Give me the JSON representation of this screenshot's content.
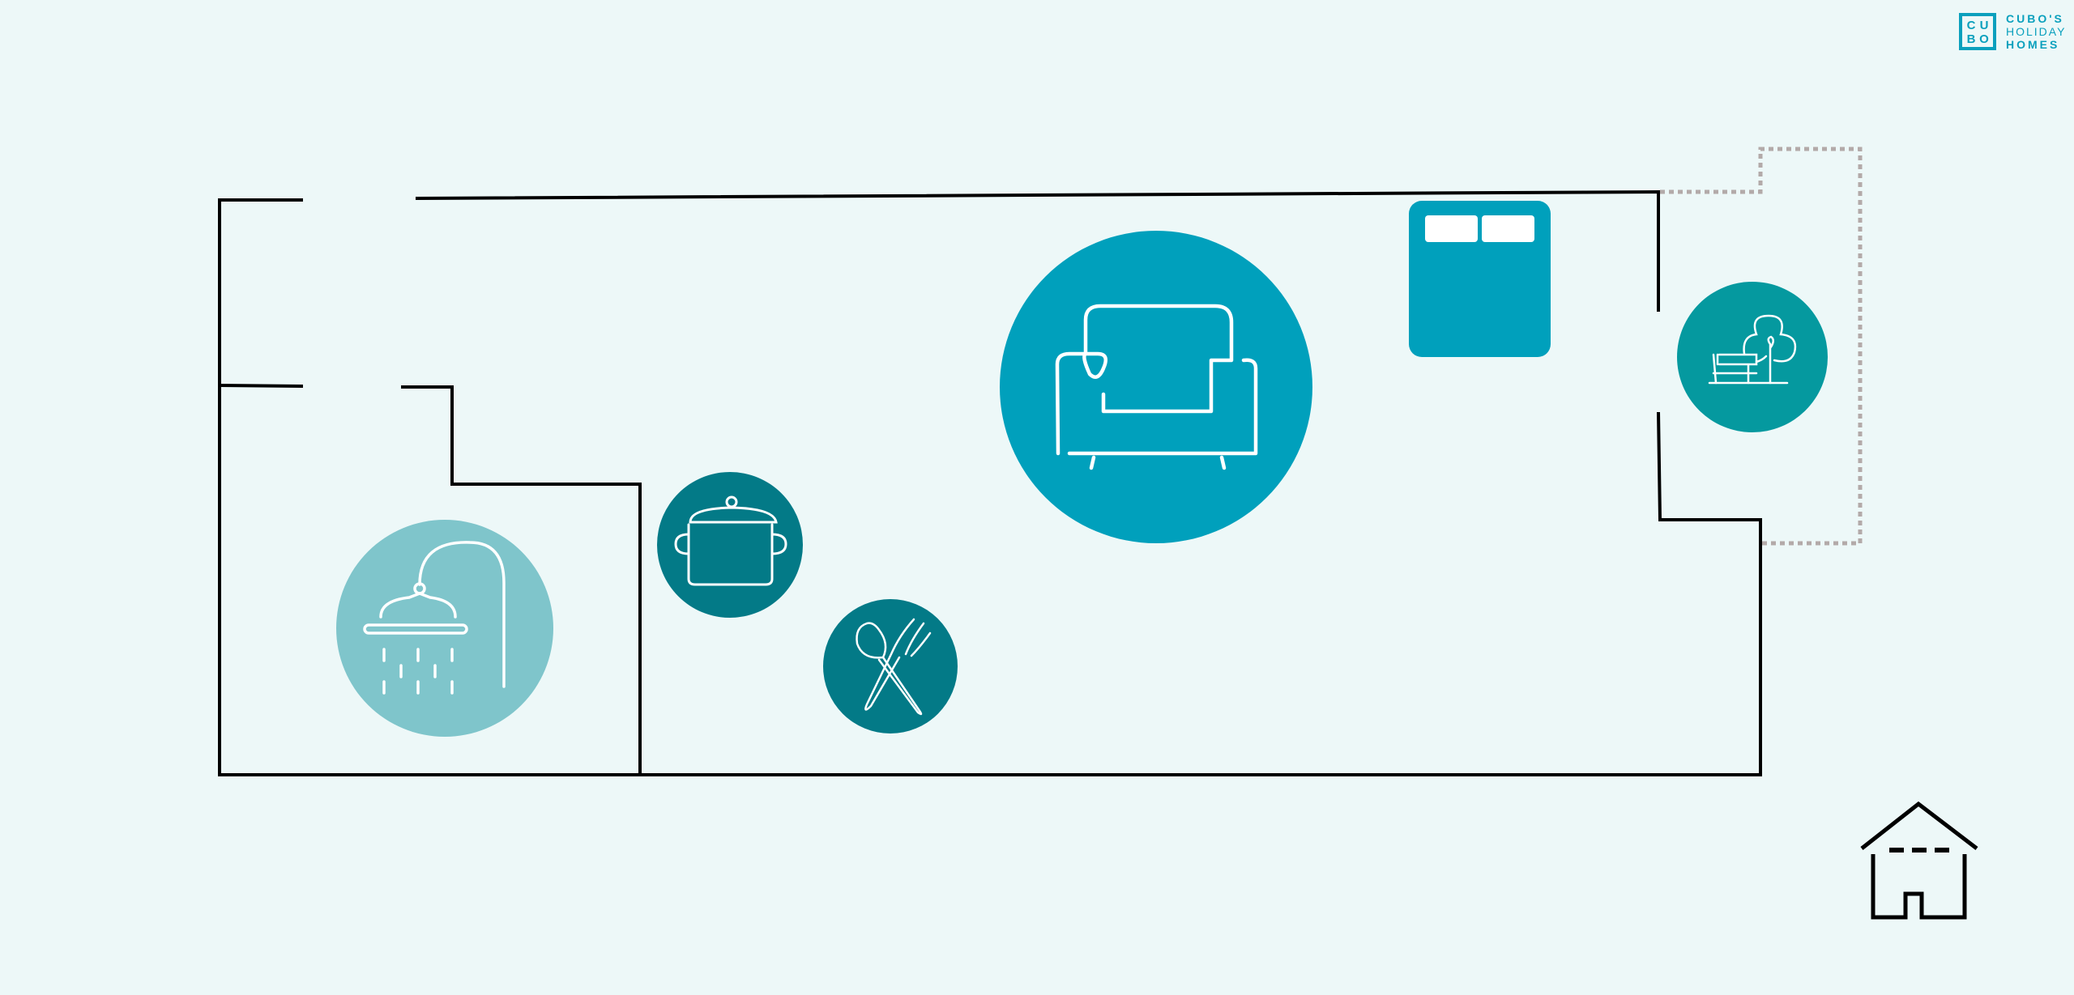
{
  "logo": {
    "box_letters": [
      "C",
      "U",
      "B",
      "O"
    ],
    "line1": "CUBO'S",
    "line2": "HOLIDAY",
    "line3": "HOMES"
  },
  "colors": {
    "background": "#edf8f8",
    "wall": "#000000",
    "terrace_outline": "#b3aaa9",
    "bathroom": "#7fc5cb",
    "kitchen": "#037a87",
    "dining": "#037a87",
    "living_room": "#00a0bc",
    "bedroom": "#00a0bc",
    "terrace": "#05999f",
    "brand": "#0aa0bd"
  },
  "rooms": [
    {
      "id": "bathroom",
      "icon": "shower-icon"
    },
    {
      "id": "kitchen",
      "icon": "cooking-pot-icon"
    },
    {
      "id": "dining",
      "icon": "cutlery-icon"
    },
    {
      "id": "living-room",
      "icon": "sofa-icon"
    },
    {
      "id": "bedroom",
      "icon": "double-bed-icon"
    },
    {
      "id": "terrace",
      "icon": "garden-bench-tree-icon"
    }
  ]
}
